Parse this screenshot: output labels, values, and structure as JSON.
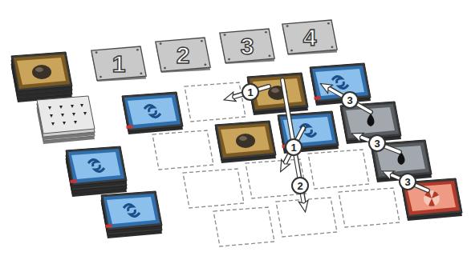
{
  "diagram": {
    "nodes": [
      {
        "text": [
          "1"
        ]
      },
      {
        "text": [
          "2"
        ]
      },
      {
        "text": [
          "3"
        ]
      },
      {
        "text": [
          "4"
        ]
      }
    ],
    "labels": [
      "1",
      "1",
      "2",
      "3",
      "3",
      "3"
    ]
  }
}
